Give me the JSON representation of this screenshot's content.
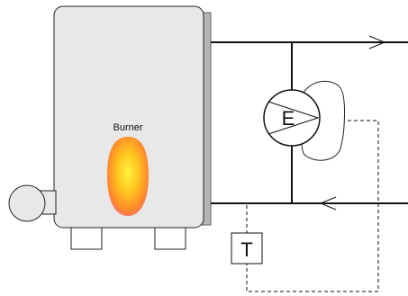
{
  "diagram": {
    "burner_label": "Burner",
    "pump_label": "E",
    "sensor_label": "T"
  },
  "colors": {
    "boiler_body": "#e8e8e8",
    "boiler_side": "#b5b5b5",
    "line": "#111111",
    "flame_core": "#fff23a",
    "flame_mid": "#ffb21c",
    "flame_edge": "#ff6a3a"
  }
}
